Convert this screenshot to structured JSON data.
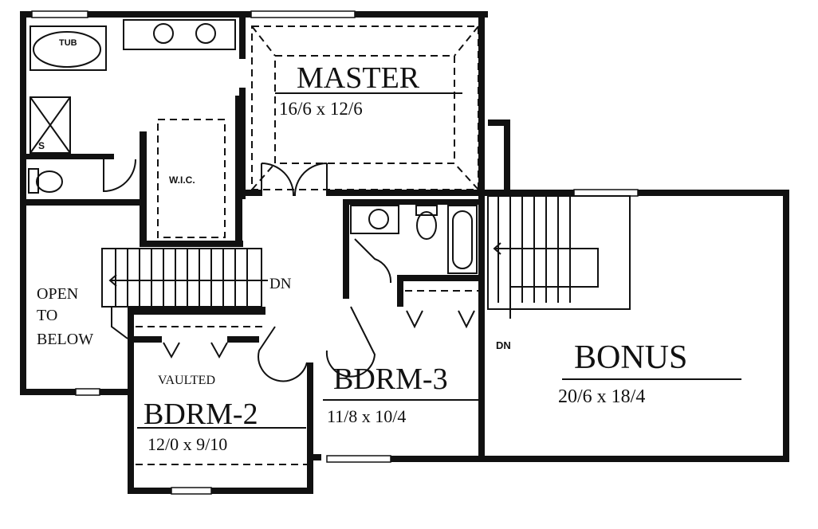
{
  "plan": {
    "rooms": {
      "master": {
        "name": "MASTER",
        "size": "16/6 x 12/6"
      },
      "bonus": {
        "name": "BONUS",
        "size": "20/6 x 18/4"
      },
      "bdrm2": {
        "name": "BDRM-2",
        "size": "12/0 x 9/10",
        "note": "VAULTED"
      },
      "bdrm3": {
        "name": "BDRM-3",
        "size": "11/8 x 10/4"
      },
      "wic": {
        "name": "W.I.C."
      },
      "open": {
        "line1": "OPEN",
        "line2": "TO",
        "line3": "BELOW"
      }
    },
    "fixtures": {
      "tub": "TUB",
      "shower": "S"
    },
    "stairs": {
      "main_dn": "DN",
      "bonus_dn": "DN"
    },
    "colors": {
      "ink": "#111111",
      "paper": "#ffffff"
    }
  }
}
